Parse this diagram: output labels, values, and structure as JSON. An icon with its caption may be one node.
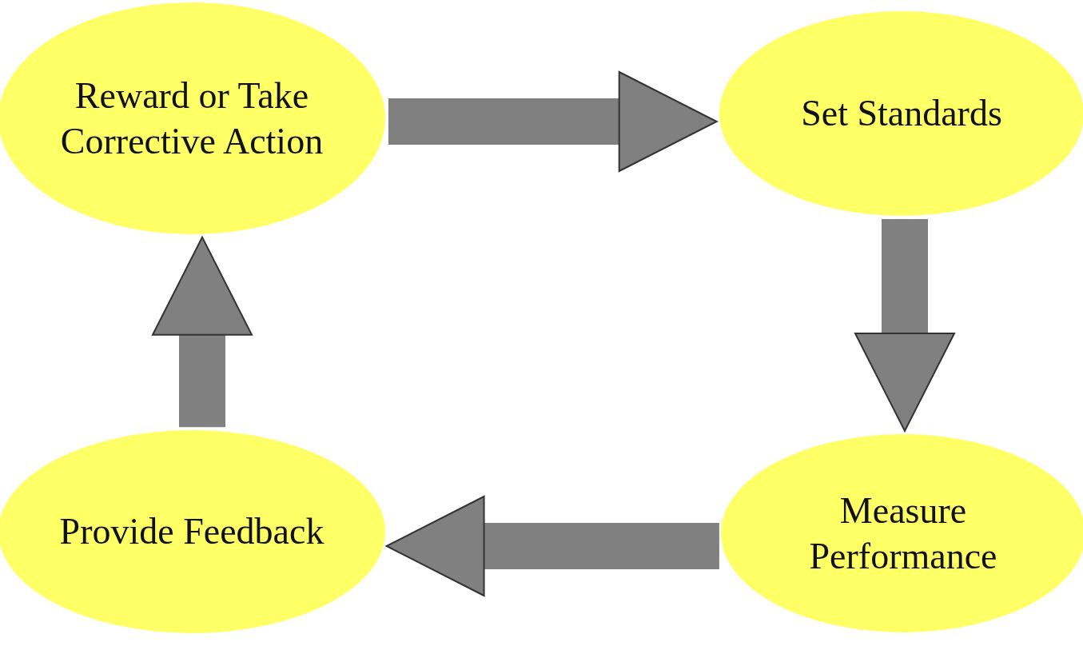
{
  "diagram": {
    "nodes": [
      {
        "text": [
          "Reward or Take Corrective Action"
        ]
      },
      {
        "text": [
          "Set Standards"
        ]
      },
      {
        "text": [
          "Measure Performance"
        ]
      },
      {
        "text": [
          "Provide Feedback"
        ]
      }
    ],
    "edges": [
      {
        "from": 0,
        "to": 1,
        "arrow": "to"
      },
      {
        "from": 1,
        "to": 2,
        "arrow": "to"
      },
      {
        "from": 2,
        "to": 3,
        "arrow": "to"
      },
      {
        "from": 3,
        "to": 0,
        "arrow": "to"
      }
    ]
  }
}
